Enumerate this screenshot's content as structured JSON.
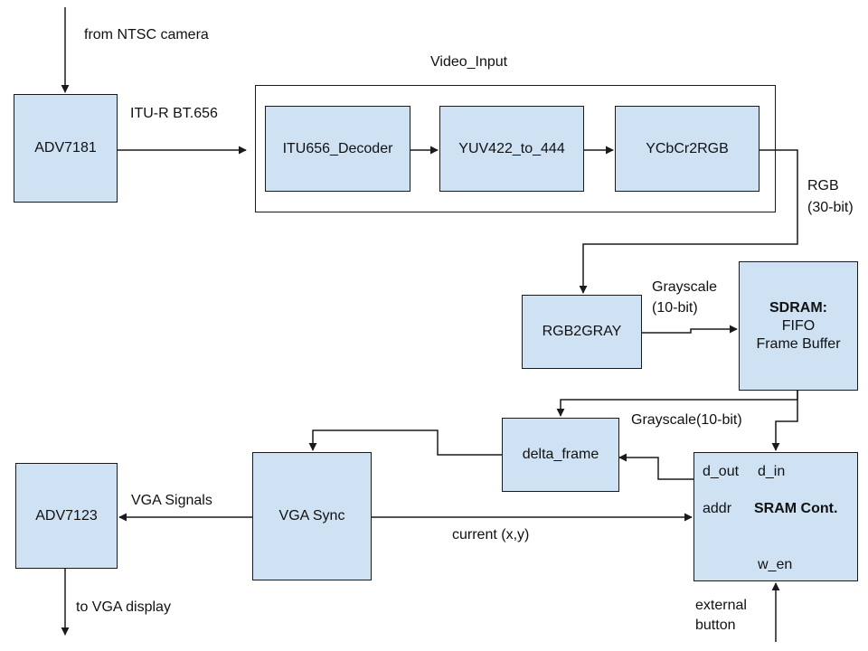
{
  "colors": {
    "block_fill": "#cfe2f3",
    "stroke": "#1a1a1a",
    "background": "#ffffff"
  },
  "blocks": {
    "adv7181": "ADV7181",
    "video_input_title": "Video_Input",
    "itu656_decoder": "ITU656_Decoder",
    "yuv422_to_444": "YUV422_to_444",
    "ycbcr2rgb": "YCbCr2RGB",
    "rgb2gray": "RGB2GRAY",
    "sdram_title": "SDRAM:",
    "sdram_line2": "FIFO",
    "sdram_line3": "Frame Buffer",
    "delta_frame": "delta_frame",
    "vga_sync": "VGA Sync",
    "adv7123": "ADV7123",
    "sram_title": "SRAM Cont.",
    "sram_d_out": "d_out",
    "sram_d_in": "d_in",
    "sram_addr": "addr",
    "sram_w_en": "w_en"
  },
  "labels": {
    "from_camera": "from NTSC camera",
    "itu_r": "ITU-R BT.656",
    "rgb_line1": "RGB",
    "rgb_line2": "(30-bit)",
    "grayscale_line1": "Grayscale",
    "grayscale_line2": "(10-bit)",
    "grayscale_sdram_out": "Grayscale(10-bit)",
    "vga_signals": "VGA Signals",
    "current_xy": "current (x,y)",
    "to_vga_display": "to VGA display",
    "external_line1": "external",
    "external_line2": "button"
  }
}
